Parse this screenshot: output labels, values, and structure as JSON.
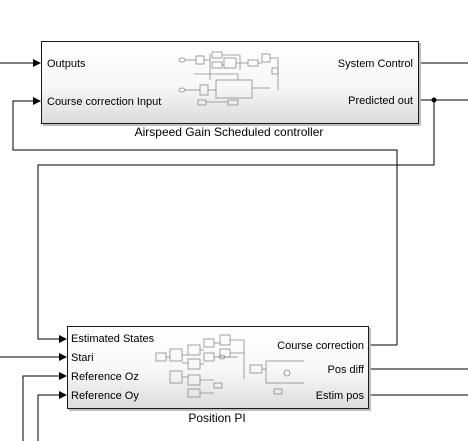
{
  "blocks": {
    "top": {
      "title": "Airspeed Gain Scheduled controller",
      "inputs": [
        "Outputs",
        "Course correction Input"
      ],
      "outputs": [
        "System Control",
        "Predicted out"
      ]
    },
    "bottom": {
      "title": "Position PI",
      "inputs": [
        "Estimated States",
        "Stari",
        "Reference Oz",
        "Reference Oy"
      ],
      "outputs": [
        "Course correction",
        "Pos diff",
        "Estim pos"
      ]
    }
  }
}
